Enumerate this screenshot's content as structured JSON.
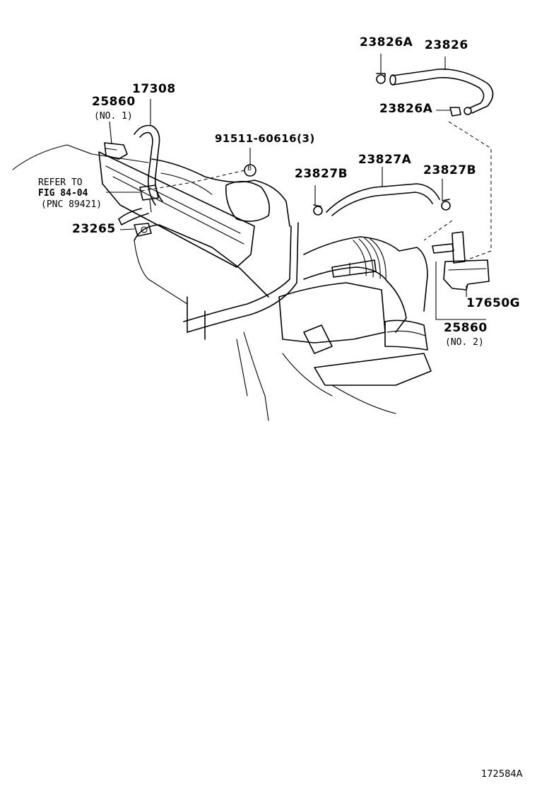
{
  "labels": {
    "p23826a_top": "23826A",
    "p23826": "23826",
    "p23826a_mid": "23826A",
    "p17308": "17308",
    "p25860_1": "25860",
    "p25860_1_note": "(NO. 1)",
    "p91511": "91511-60616(3)",
    "p23827a": "23827A",
    "p23827b_left": "23827B",
    "p23827b_right": "23827B",
    "p23265": "23265",
    "p17650g": "17650G",
    "p25860_2": "25860",
    "p25860_2_note": "(NO. 2)",
    "refer_line1": "REFER TO",
    "refer_line2": "FIG 84-04",
    "refer_line3": "(PNC 89421)",
    "bolt_marker": "B"
  },
  "diagram_code": "172584A"
}
